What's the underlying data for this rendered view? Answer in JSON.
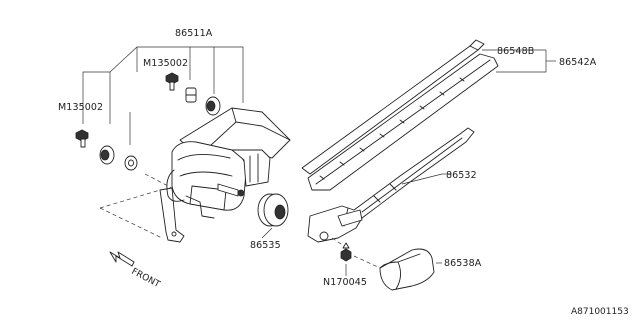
{
  "diagram": {
    "background": "#ffffff",
    "ink_color": "#222222"
  },
  "labels": {
    "wiper_motor_assy": "86511A",
    "bolt_upper": "M135002",
    "bolt_left": "M135002",
    "wiper_blade": "86548B",
    "blade_arm_assy": "86542A",
    "wiper_arm": "86532",
    "grommet": "86535",
    "cap_cover": "86538A",
    "nut": "N170045"
  },
  "front_indicator": {
    "text": "FRONT",
    "icon": "front-arrow-icon"
  },
  "diagram_id": "A871001153"
}
